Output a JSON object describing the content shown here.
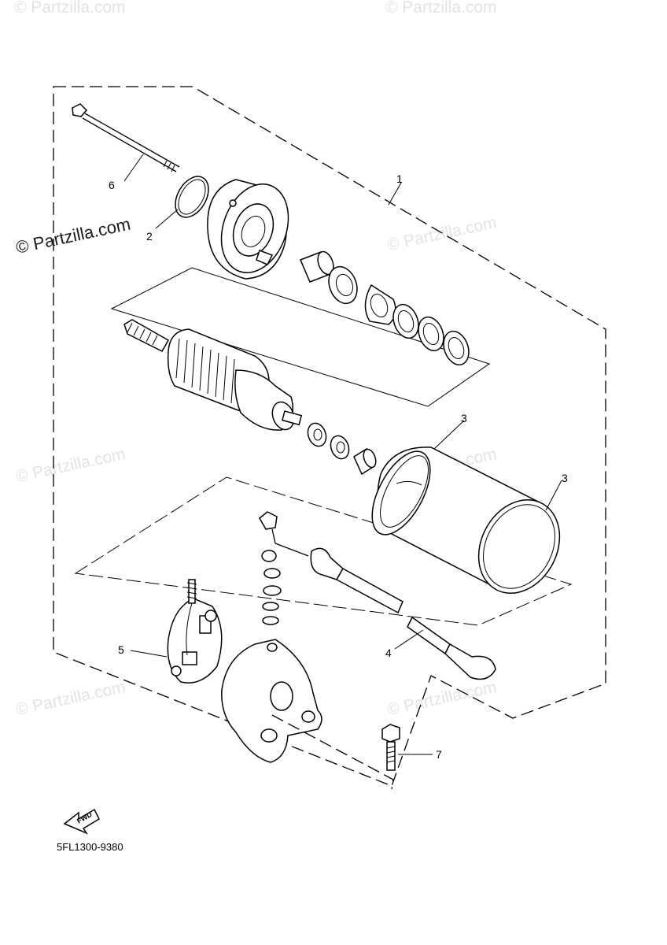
{
  "diagram": {
    "part_code": "5FL1300-9380",
    "fwd_label": "FWD",
    "watermark": "© Partzilla.com",
    "callouts": [
      "1",
      "2",
      "3",
      "3",
      "4",
      "5",
      "6",
      "7"
    ]
  }
}
